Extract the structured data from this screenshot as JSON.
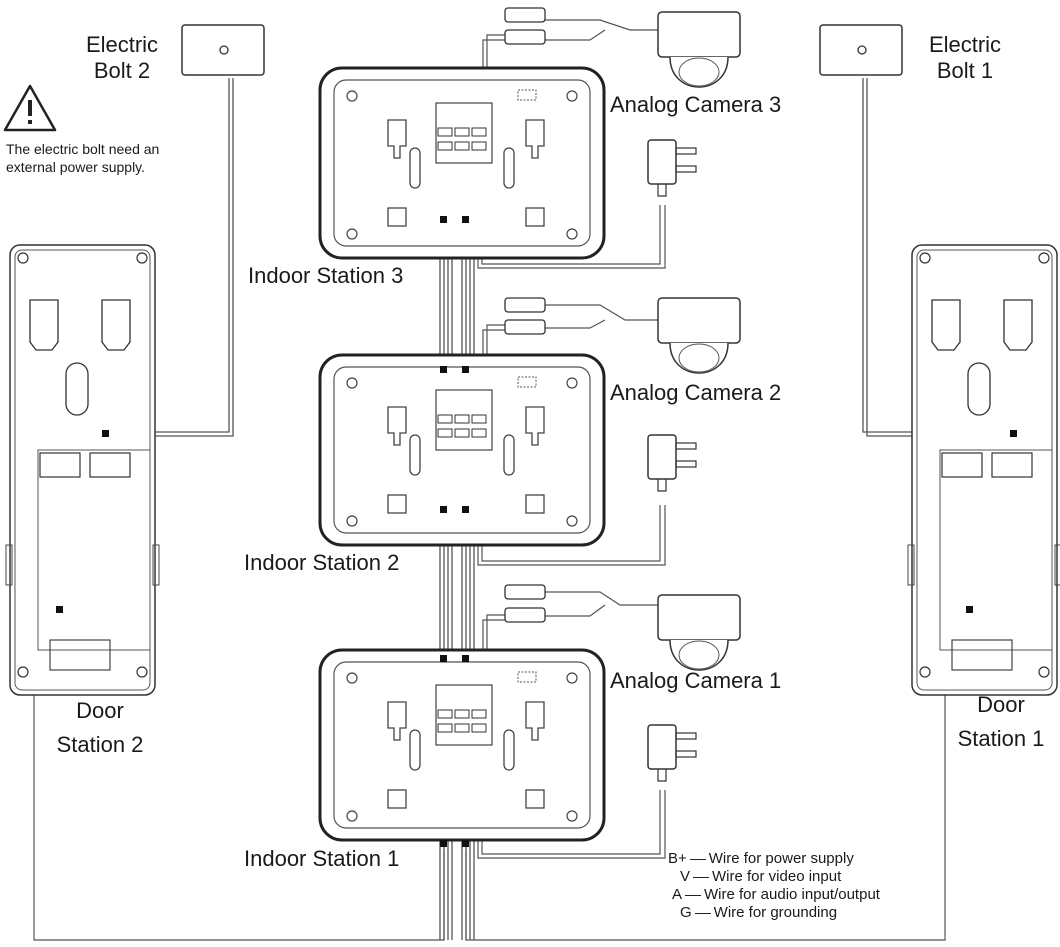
{
  "labels": {
    "electric_bolt_2": [
      "Electric",
      "Bolt 2"
    ],
    "electric_bolt_1": [
      "Electric",
      "Bolt 1"
    ],
    "warning_note": [
      "The electric bolt need an",
      "external power supply."
    ],
    "analog_camera_3": "Analog Camera 3",
    "analog_camera_2": "Analog Camera 2",
    "analog_camera_1": "Analog Camera 1",
    "indoor_station_3": "Indoor Station 3",
    "indoor_station_2": "Indoor Station 2",
    "indoor_station_1": "Indoor Station 1",
    "door_station_2": [
      "Door",
      "Station 2"
    ],
    "door_station_1": [
      "Door",
      "Station 1"
    ]
  },
  "legend": [
    {
      "code": "B+",
      "text": "Wire for power supply"
    },
    {
      "code": "V",
      "text": "Wire for video input"
    },
    {
      "code": "A",
      "text": "Wire for audio input/output"
    },
    {
      "code": "G",
      "text": "Wire for grounding"
    }
  ],
  "icons": {
    "warning": "warning-triangle-icon"
  }
}
